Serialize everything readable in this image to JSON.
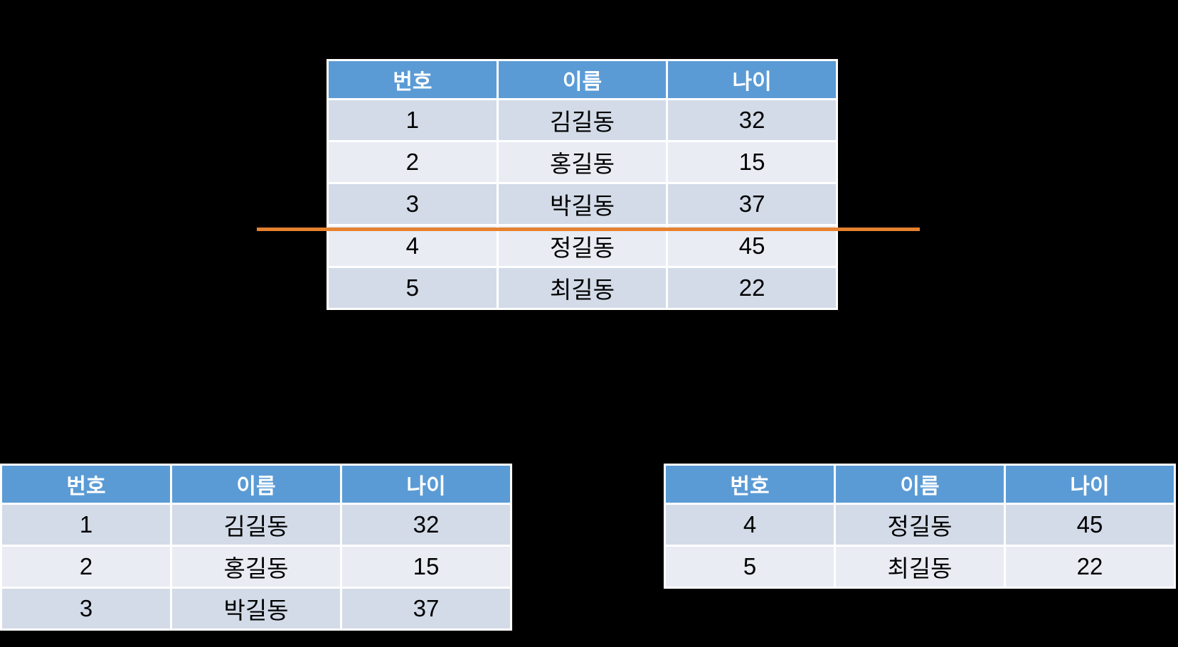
{
  "page": {
    "background": "#000000"
  },
  "theme": {
    "header_bg": "#5B9BD5",
    "header_text_color": "#FFFFFF",
    "row_band_dark": "#D3DBE8",
    "row_band_light": "#E9ECF3",
    "grid_color": "#FFFFFF",
    "cell_text_color": "#000000",
    "split_line_color": "#E5812F"
  },
  "tables": {
    "source": {
      "headers": [
        "번호",
        "이름",
        "나이"
      ],
      "rows": [
        [
          "1",
          "김길동",
          "32"
        ],
        [
          "2",
          "홍길동",
          "15"
        ],
        [
          "3",
          "박길동",
          "37"
        ],
        [
          "4",
          "정길동",
          "45"
        ],
        [
          "5",
          "최길동",
          "22"
        ]
      ]
    },
    "left_result": {
      "headers": [
        "번호",
        "이름",
        "나이"
      ],
      "rows": [
        [
          "1",
          "김길동",
          "32"
        ],
        [
          "2",
          "홍길동",
          "15"
        ],
        [
          "3",
          "박길동",
          "37"
        ]
      ]
    },
    "right_result": {
      "headers": [
        "번호",
        "이름",
        "나이"
      ],
      "rows": [
        [
          "4",
          "정길동",
          "45"
        ],
        [
          "5",
          "최길동",
          "22"
        ]
      ]
    }
  }
}
